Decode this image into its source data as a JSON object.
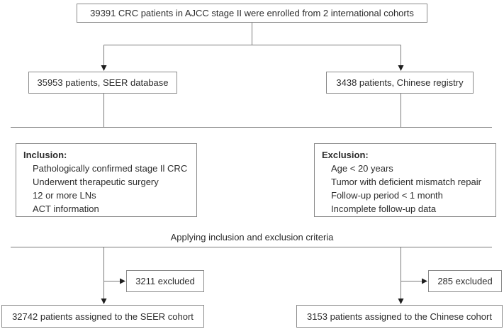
{
  "colors": {
    "background": "#ffffff",
    "box_border": "#8a8a8a",
    "connector_line": "#7a7a7a",
    "arrowhead": "#1f1f1f",
    "text": "#2d2d2d"
  },
  "flowchart": {
    "top_box": {
      "text": "39391 CRC patients in AJCC stage II were enrolled from 2 international cohorts"
    },
    "seer_box": {
      "text": "35953 patients, SEER database"
    },
    "chinese_box": {
      "text": "3438 patients, Chinese registry"
    },
    "inclusion_box": {
      "title": "Inclusion:",
      "items": [
        "Pathologically confirmed stage Il CRC",
        "Underwent therapeutic surgery",
        "12 or more LNs",
        "ACT information"
      ]
    },
    "exclusion_box": {
      "title": "Exclusion:",
      "items": [
        "Age < 20 years",
        "Tumor with deficient mismatch repair",
        "Follow-up period < 1 month",
        "Incomplete follow-up data"
      ]
    },
    "applying_label": "Applying inclusion and exclusion criteria",
    "seer_excluded_box": {
      "text": "3211 excluded"
    },
    "chinese_excluded_box": {
      "text": "285 excluded"
    },
    "seer_cohort_box": {
      "text": "32742 patients assigned to the SEER cohort"
    },
    "chinese_cohort_box": {
      "text": "3153 patients assigned to the Chinese cohort"
    }
  }
}
